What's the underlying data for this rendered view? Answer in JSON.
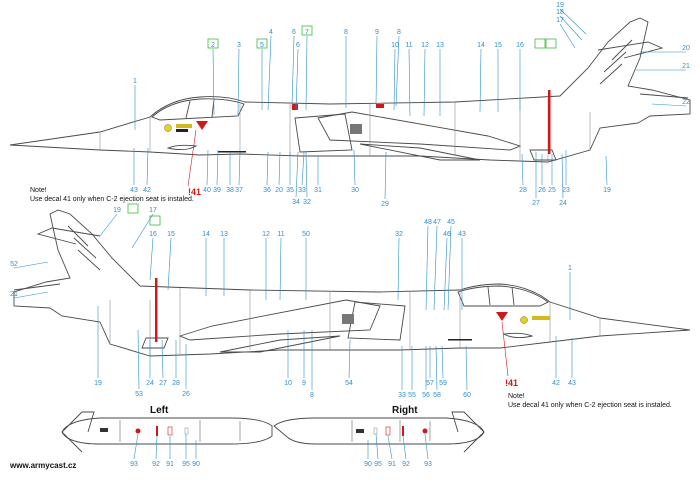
{
  "colors": {
    "callout": "#2f8fd0",
    "highlight": "#3dbb3d",
    "warning": "#d01818",
    "outline": "#4a4a4a",
    "panel": "#7a7a7a"
  },
  "top_view": {
    "note_heading": "Note!",
    "note_text": "Use decal  41 only when C-2 ejection seat is instaled.",
    "warning_callout": "41",
    "green_callouts": [
      "2",
      "5",
      "7",
      "17",
      "16"
    ],
    "top_callouts": [
      "2",
      "3",
      "4",
      "5",
      "6",
      "6",
      "7",
      "8",
      "9",
      "8",
      "10",
      "11",
      "12",
      "13",
      "14",
      "15",
      "16",
      "17",
      "18",
      "19"
    ],
    "right_callouts": [
      "20",
      "21",
      "22"
    ],
    "nose_callout": "1",
    "bottom_callouts": [
      "43",
      "42",
      "40",
      "39",
      "38",
      "37",
      "36",
      "20",
      "35",
      "33",
      "34",
      "32",
      "31",
      "30",
      "29",
      "28",
      "27",
      "26",
      "25",
      "24",
      "23",
      "19"
    ]
  },
  "bottom_view": {
    "note_heading": "Note!",
    "note_text": "Use decal  41 only when C-2 ejection seat is instaled.",
    "warning_callout": "41",
    "green_callouts": [
      "17",
      "16"
    ],
    "top_callouts": [
      "19",
      "17",
      "16",
      "15",
      "14",
      "13",
      "12",
      "11",
      "50",
      "32",
      "48",
      "47",
      "46",
      "45",
      "43",
      "1"
    ],
    "left_callouts": [
      "52",
      "21"
    ],
    "bottom_callouts": [
      "19",
      "53",
      "24",
      "27",
      "28",
      "26",
      "10",
      "9",
      "8",
      "54",
      "33",
      "55",
      "56",
      "57",
      "58",
      "59",
      "60",
      "42",
      "43"
    ]
  },
  "tanks": {
    "left": {
      "title": "Left",
      "callouts": [
        "93",
        "92",
        "91",
        "95",
        "90"
      ]
    },
    "right": {
      "title": "Right",
      "callouts": [
        "90",
        "95",
        "91",
        "92",
        "93"
      ]
    }
  },
  "website": "www.armycast.cz"
}
